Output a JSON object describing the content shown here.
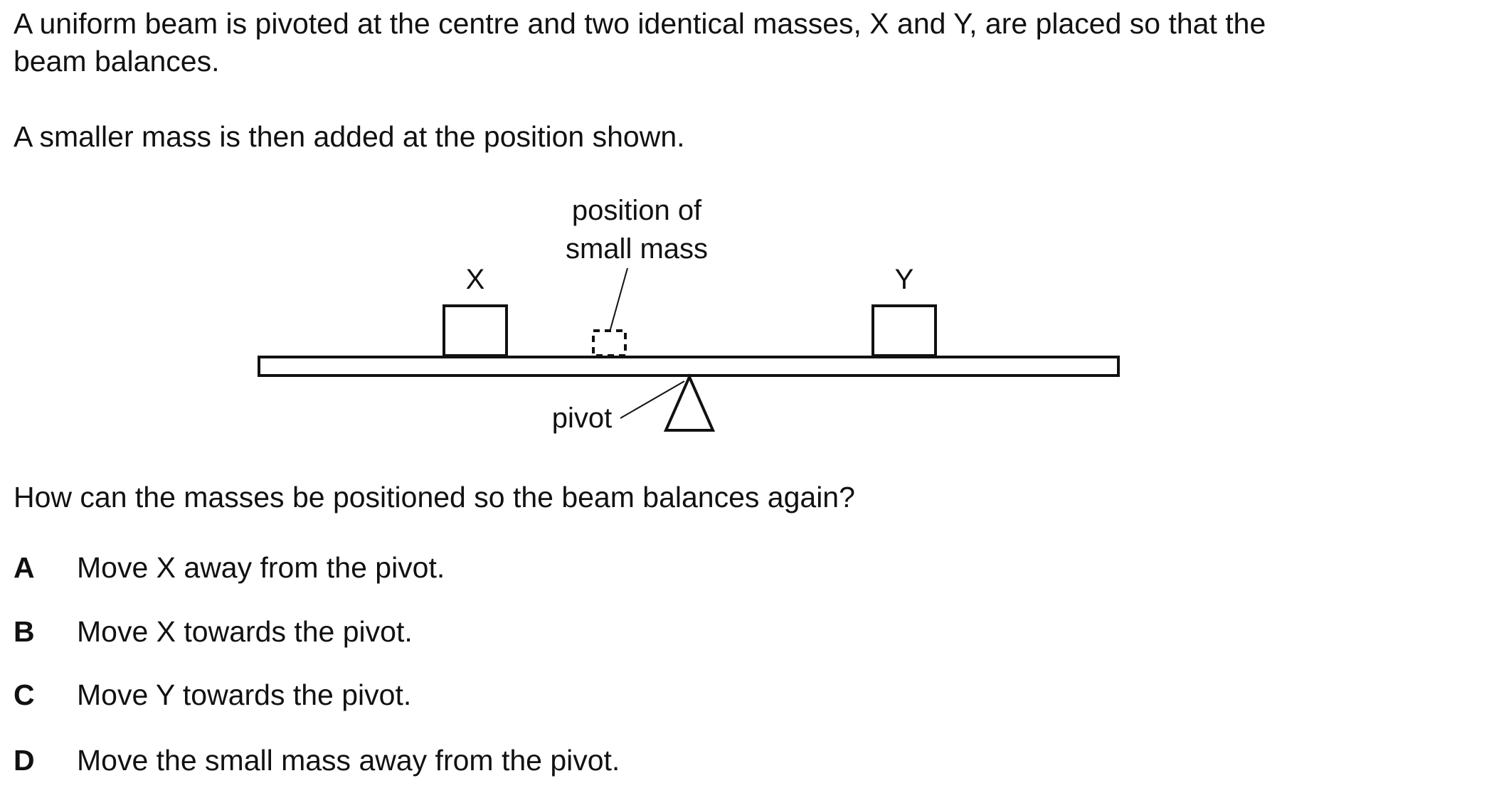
{
  "question": {
    "intro_line1": "A uniform beam is pivoted at the centre and two identical masses, X and Y, are placed so that the",
    "intro_line2": "beam balances.",
    "intro_para2": "A smaller mass is then added at the position shown.",
    "prompt": "How can the masses be positioned so the beam balances again?"
  },
  "diagram": {
    "label_small_mass_line1": "position of",
    "label_small_mass_line2": "small mass",
    "label_x": "X",
    "label_y": "Y",
    "label_pivot": "pivot"
  },
  "options": [
    {
      "letter": "A",
      "text": "Move X away from the pivot."
    },
    {
      "letter": "B",
      "text": "Move X towards the pivot."
    },
    {
      "letter": "C",
      "text": "Move Y towards the pivot."
    },
    {
      "letter": "D",
      "text": "Move the small mass away from the pivot."
    }
  ]
}
